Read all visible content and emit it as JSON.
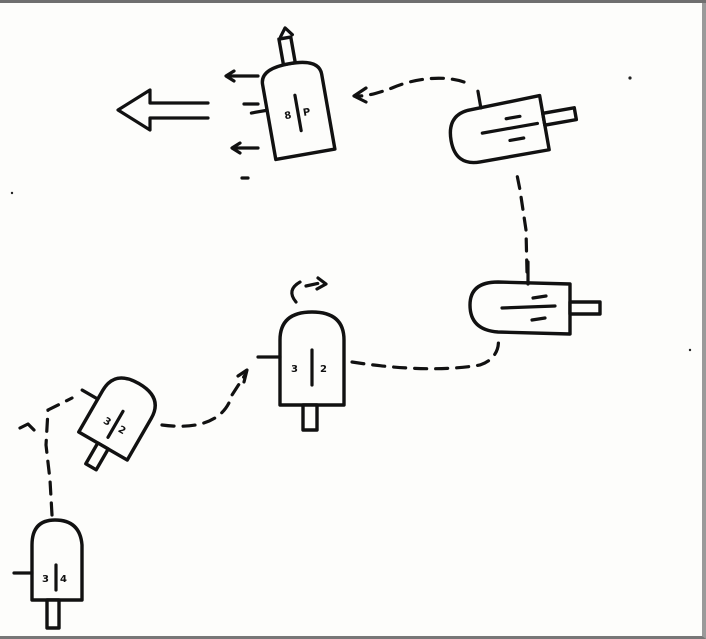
{
  "diagram": {
    "units": [
      {
        "id": "u1",
        "label_left": "3",
        "label_right": "4"
      },
      {
        "id": "u2",
        "label_left": "3",
        "label_right": "2"
      },
      {
        "id": "u3",
        "label_left": "3",
        "label_right": "2"
      },
      {
        "id": "u4",
        "label_left": "",
        "label_right": ""
      },
      {
        "id": "u5",
        "label_left": "",
        "label_right": ""
      },
      {
        "id": "u6",
        "label_left": "8",
        "label_right": "P"
      }
    ],
    "colors": {
      "ink": "#111111",
      "paper": "#fdfdfb",
      "frame": "#777777"
    },
    "icons": [
      "big-left-arrow-icon",
      "motion-arrow-icon",
      "rotation-arrow-icon"
    ]
  }
}
